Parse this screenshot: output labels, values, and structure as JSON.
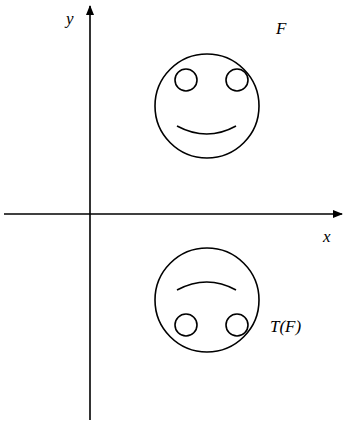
{
  "diagram": {
    "labels": [
      "y",
      "F",
      "x",
      "T(F)"
    ]
  }
}
